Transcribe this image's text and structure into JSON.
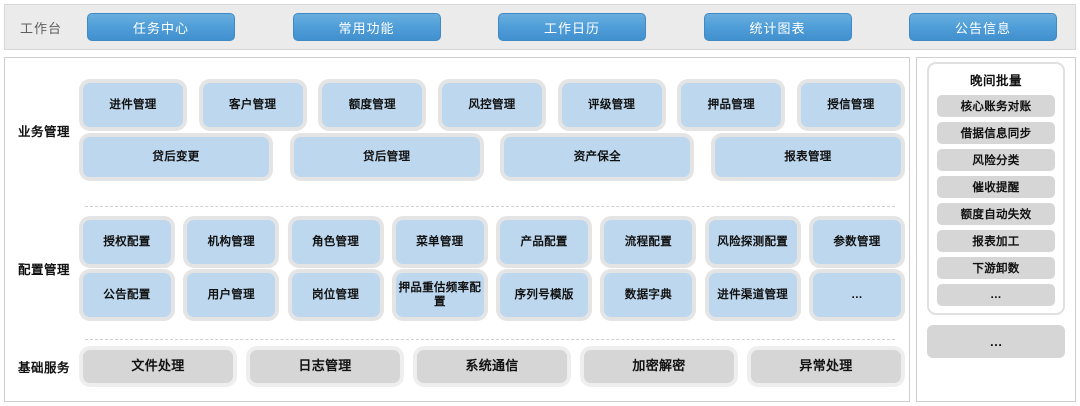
{
  "topbar": {
    "workbench_label": "工作台",
    "tabs": [
      {
        "label": "任务中心"
      },
      {
        "label": "常用功能"
      },
      {
        "label": "工作日历"
      },
      {
        "label": "统计图表"
      },
      {
        "label": "公告信息"
      }
    ],
    "background_color": "#ebebeb",
    "tab_color": "#4f9ed8"
  },
  "sections": [
    {
      "label": "业务管理",
      "tile_color": "#bdd7ee",
      "rows": [
        [
          {
            "label": "进件管理"
          },
          {
            "label": "客户管理"
          },
          {
            "label": "额度管理"
          },
          {
            "label": "风控管理"
          },
          {
            "label": "评级管理"
          },
          {
            "label": "押品管理"
          },
          {
            "label": "授信管理"
          }
        ],
        [
          {
            "label": "贷后变更"
          },
          {
            "label": "贷后管理"
          },
          {
            "label": "资产保全"
          },
          {
            "label": "报表管理"
          }
        ]
      ]
    },
    {
      "label": "配置管理",
      "tile_color": "#bdd7ee",
      "rows": [
        [
          {
            "label": "授权配置"
          },
          {
            "label": "机构管理"
          },
          {
            "label": "角色管理"
          },
          {
            "label": "菜单管理"
          },
          {
            "label": "产品配置"
          },
          {
            "label": "流程配置"
          },
          {
            "label": "风险探测配置"
          },
          {
            "label": "参数管理"
          }
        ],
        [
          {
            "label": "公告配置"
          },
          {
            "label": "用户管理"
          },
          {
            "label": "岗位管理"
          },
          {
            "label": "押品重估频率配置"
          },
          {
            "label": "序列号模版"
          },
          {
            "label": "数据字典"
          },
          {
            "label": "进件渠道管理"
          },
          {
            "label": "…"
          }
        ]
      ]
    },
    {
      "label": "基础服务",
      "tile_color": "#d6d6d6",
      "rows": [
        [
          {
            "label": "文件处理"
          },
          {
            "label": "日志管理"
          },
          {
            "label": "系统通信"
          },
          {
            "label": "加密解密"
          },
          {
            "label": "异常处理"
          }
        ]
      ]
    }
  ],
  "right_panel": {
    "batch_title": "晚间批量",
    "batch_items": [
      {
        "label": "核心账务对账"
      },
      {
        "label": "借据信息同步"
      },
      {
        "label": "风险分类"
      },
      {
        "label": "催收提醒"
      },
      {
        "label": "额度自动失效"
      },
      {
        "label": "报表加工"
      },
      {
        "label": "下游卸数"
      },
      {
        "label": "…"
      }
    ],
    "more_label": "…",
    "item_color": "#d6d6d6"
  }
}
